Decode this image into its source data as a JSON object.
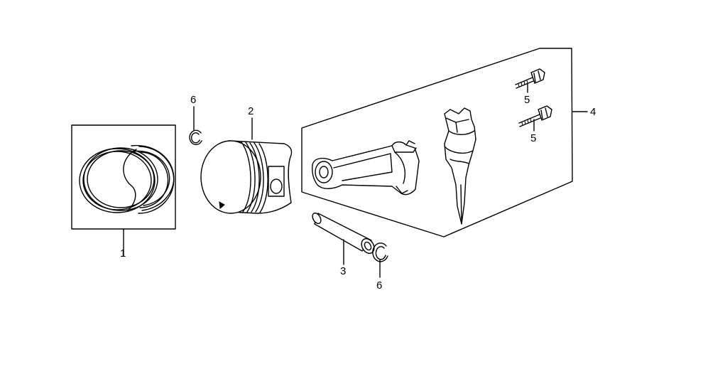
{
  "callouts": {
    "ring_set": "1",
    "piston": "2",
    "piston_pin": "3",
    "connecting_rod": "4",
    "bolt_upper": "5",
    "bolt_lower": "5",
    "clip_upper": "6",
    "clip_lower": "6"
  },
  "colors": {
    "line": "#000000",
    "background": "#ffffff"
  }
}
